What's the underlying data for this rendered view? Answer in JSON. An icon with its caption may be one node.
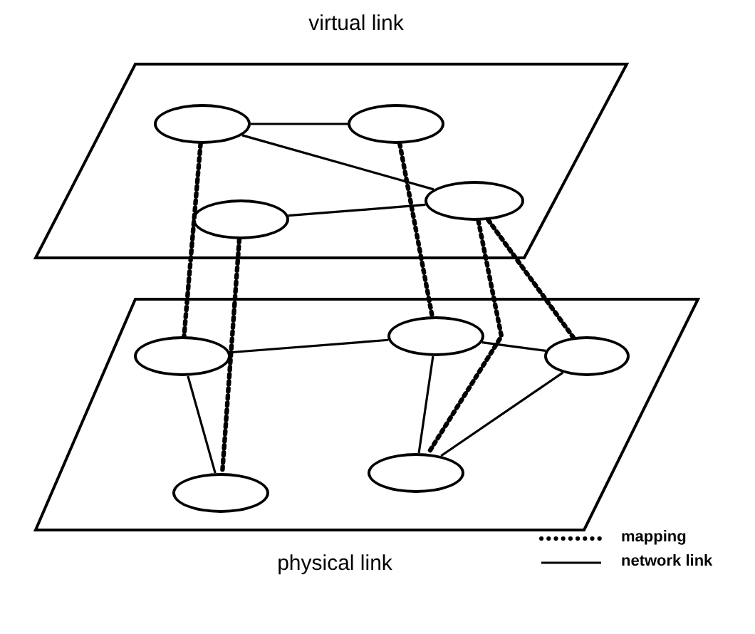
{
  "diagram": {
    "nodes": [
      {
        "text": [
          "virtual link"
        ]
      },
      {
        "text": [],
        "shape": "ellipse",
        "in": 0
      },
      {
        "text": [],
        "shape": "ellipse",
        "in": 0
      },
      {
        "text": [],
        "shape": "ellipse",
        "in": 0
      },
      {
        "text": [],
        "shape": "ellipse",
        "in": 0
      },
      {
        "text": [
          "physical link"
        ]
      },
      {
        "text": [],
        "shape": "ellipse",
        "in": 5
      },
      {
        "text": [],
        "shape": "ellipse",
        "in": 5
      },
      {
        "text": [],
        "shape": "ellipse",
        "in": 5
      },
      {
        "text": [],
        "shape": "ellipse",
        "in": 5
      },
      {
        "text": [],
        "shape": "ellipse",
        "in": 5
      }
    ],
    "edges": [
      {
        "from": 1,
        "to": 2,
        "arrow": "none"
      },
      {
        "from": 1,
        "to": 3,
        "arrow": "none"
      },
      {
        "from": 4,
        "to": 3,
        "arrow": "none"
      },
      {
        "from": 7,
        "to": 6,
        "arrow": "none"
      },
      {
        "from": 6,
        "to": 8,
        "arrow": "none"
      },
      {
        "from": 7,
        "to": 10,
        "arrow": "none"
      },
      {
        "from": 6,
        "to": 9,
        "arrow": "none"
      },
      {
        "from": 8,
        "to": 9,
        "arrow": "none"
      },
      {
        "from": 1,
        "to": 7,
        "arrow": "none",
        "style": "dashed"
      },
      {
        "from": 4,
        "to": 10,
        "arrow": "none",
        "style": "dashed"
      },
      {
        "from": 2,
        "to": 6,
        "arrow": "none",
        "style": "dashed"
      },
      {
        "from": 3,
        "to": 9,
        "arrow": "none",
        "style": "dashed"
      },
      {
        "from": 3,
        "to": 8,
        "arrow": "none",
        "style": "dashed"
      }
    ],
    "legend": [
      {
        "text": "mapping"
      },
      {
        "text": "network link"
      }
    ]
  }
}
